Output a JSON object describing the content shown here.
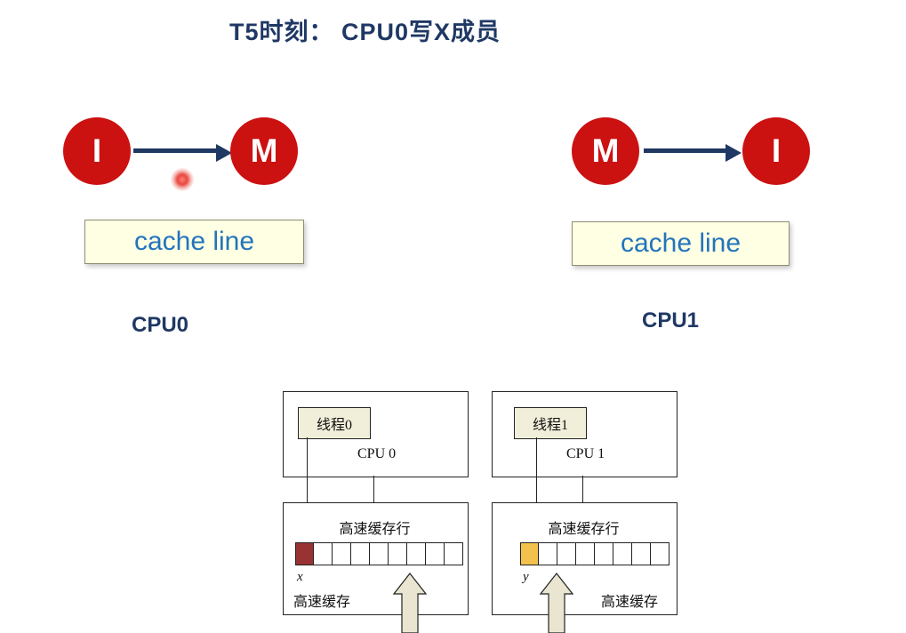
{
  "title": "T5时刻： CPU0写X成员",
  "colors": {
    "accent_navy": "#1f3864",
    "state_circle_red": "#cc1111",
    "cache_line_bg": "#ffffe4",
    "cache_line_text": "#2374bd",
    "x_cell_highlight": "#993333",
    "y_cell_highlight": "#f2c14e",
    "block_arrow_fill": "#e9e5d1"
  },
  "mesi_cpu0": {
    "from_state": "I",
    "to_state": "M",
    "cache_line_label": "cache line",
    "cpu_label": "CPU0"
  },
  "mesi_cpu1": {
    "from_state": "M",
    "to_state": "I",
    "cache_line_label": "cache line",
    "cpu_label": "CPU1"
  },
  "diagram_cpu0": {
    "thread_label": "线程0",
    "cpu_label": "CPU 0",
    "cache_row_label": "高速缓存行",
    "cache_label": "高速缓存",
    "var_label": "x",
    "cell_count": 9,
    "highlight_index": 0,
    "highlight_color": "#993333"
  },
  "diagram_cpu1": {
    "thread_label": "线程1",
    "cpu_label": "CPU 1",
    "cache_row_label": "高速缓存行",
    "cache_label": "高速缓存",
    "var_label": "y",
    "cell_count": 8,
    "highlight_index": 0,
    "highlight_color": "#f2c14e"
  }
}
